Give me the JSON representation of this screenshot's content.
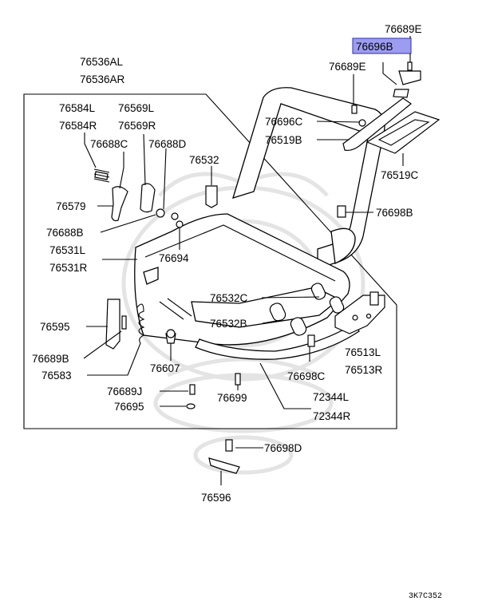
{
  "highlight": {
    "label": "76696B",
    "fill": "#9c9cf0"
  },
  "labels": [
    {
      "id": "76689E-top",
      "text": "76689E"
    },
    {
      "id": "76696B",
      "text": "76696B"
    },
    {
      "id": "76689E",
      "text": "76689E"
    },
    {
      "id": "76536AL",
      "text": "76536AL"
    },
    {
      "id": "76536AR",
      "text": "76536AR"
    },
    {
      "id": "76584L",
      "text": "76584L"
    },
    {
      "id": "76569L",
      "text": "76569L"
    },
    {
      "id": "76584R",
      "text": "76584R"
    },
    {
      "id": "76569R",
      "text": "76569R"
    },
    {
      "id": "76696C",
      "text": "76696C"
    },
    {
      "id": "76519B",
      "text": "76519B"
    },
    {
      "id": "76688C-top",
      "text": "76688C"
    },
    {
      "id": "76688D",
      "text": "76688D"
    },
    {
      "id": "76532",
      "text": "76532"
    },
    {
      "id": "76519C",
      "text": "76519C"
    },
    {
      "id": "76579",
      "text": "76579"
    },
    {
      "id": "76698B",
      "text": "76698B"
    },
    {
      "id": "76688B",
      "text": "76688B"
    },
    {
      "id": "76531L",
      "text": "76531L"
    },
    {
      "id": "76694",
      "text": "76694"
    },
    {
      "id": "76531R",
      "text": "76531R"
    },
    {
      "id": "76532C",
      "text": "76532C"
    },
    {
      "id": "76595",
      "text": "76595"
    },
    {
      "id": "76532B",
      "text": "76532B"
    },
    {
      "id": "76513L",
      "text": "76513L"
    },
    {
      "id": "76689B",
      "text": "76689B"
    },
    {
      "id": "76513R",
      "text": "76513R"
    },
    {
      "id": "76607",
      "text": "76607"
    },
    {
      "id": "76698C",
      "text": "76698C"
    },
    {
      "id": "76583",
      "text": "76583"
    },
    {
      "id": "76689J",
      "text": "76689J"
    },
    {
      "id": "72344L",
      "text": "72344L"
    },
    {
      "id": "76699",
      "text": "76699"
    },
    {
      "id": "76695",
      "text": "76695"
    },
    {
      "id": "72344R",
      "text": "72344R"
    },
    {
      "id": "76698D",
      "text": "76698D"
    },
    {
      "id": "76596",
      "text": "76596"
    }
  ],
  "figure_code": "3K7C352"
}
